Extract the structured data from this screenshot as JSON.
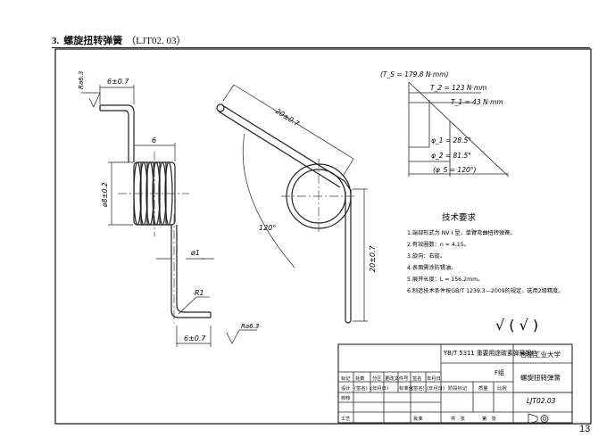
{
  "header": {
    "section_number": "3.",
    "section_title": "螺旋扭转弹簧",
    "section_code": "（LJT02. 03）"
  },
  "page_number": "13",
  "dimensions": {
    "left_hook_width": "6±0.7",
    "roughness_top": "Ra6.3",
    "coil_length": "6",
    "coil_diameter": "ø8±0.2",
    "wire_diameter": "ø1",
    "bend_radius": "R1",
    "bottom_hook_width": "6±0.7",
    "roughness_bottom": "Ra6.3",
    "arm_length_angled": "20±0.7",
    "arm_length_vertical": "20±0.7",
    "arm_angle": "120°"
  },
  "torque_diagram": {
    "ts": "(T_S = 179.8 N·mm)",
    "t2": "T_2 = 123 N·mm",
    "t1": "T_1 = 43 N·mm",
    "phi1": "φ_1 = 28.5°",
    "phi2": "φ_2 = 81.5°",
    "phis": "(φ_S = 120°)"
  },
  "requirements": {
    "title": "技术要求",
    "items": [
      "1.端部形式为 NV I 型，单臂弯曲扭转弹簧。",
      "2.有效圈数：n = 4.15。",
      "3.旋向：右旋。",
      "4.表面需涂防锈油。",
      "5.展开长度：L = 156.2mm。",
      "6.制造技术条件按GB/T 1239.3—2009的规定，选用2级精度。"
    ]
  },
  "surface_finish": "√ ( √ )",
  "title_block": {
    "material_std": "YB/T 5311 重要用途碳素弹簧钢丝",
    "material_grade": "F组",
    "university": "合肥工业大学",
    "part_name": "螺旋扭转弹簧",
    "drawing_code": "LJT02.03",
    "revision_headers": [
      "标记",
      "处数",
      "分区",
      "更改文件号",
      "签名",
      "年月日"
    ],
    "signature_row": [
      "设计",
      "(签名)",
      "(年月日)",
      "标准化",
      "(签名)",
      "(年月日)"
    ],
    "check_label": "校核",
    "process_label": "工艺",
    "approve_label": "批准",
    "stage_marking": "阶段标记",
    "mass": "质量",
    "scale": "比例",
    "sheets_total": "共　张",
    "sheet_no": "第　张"
  }
}
